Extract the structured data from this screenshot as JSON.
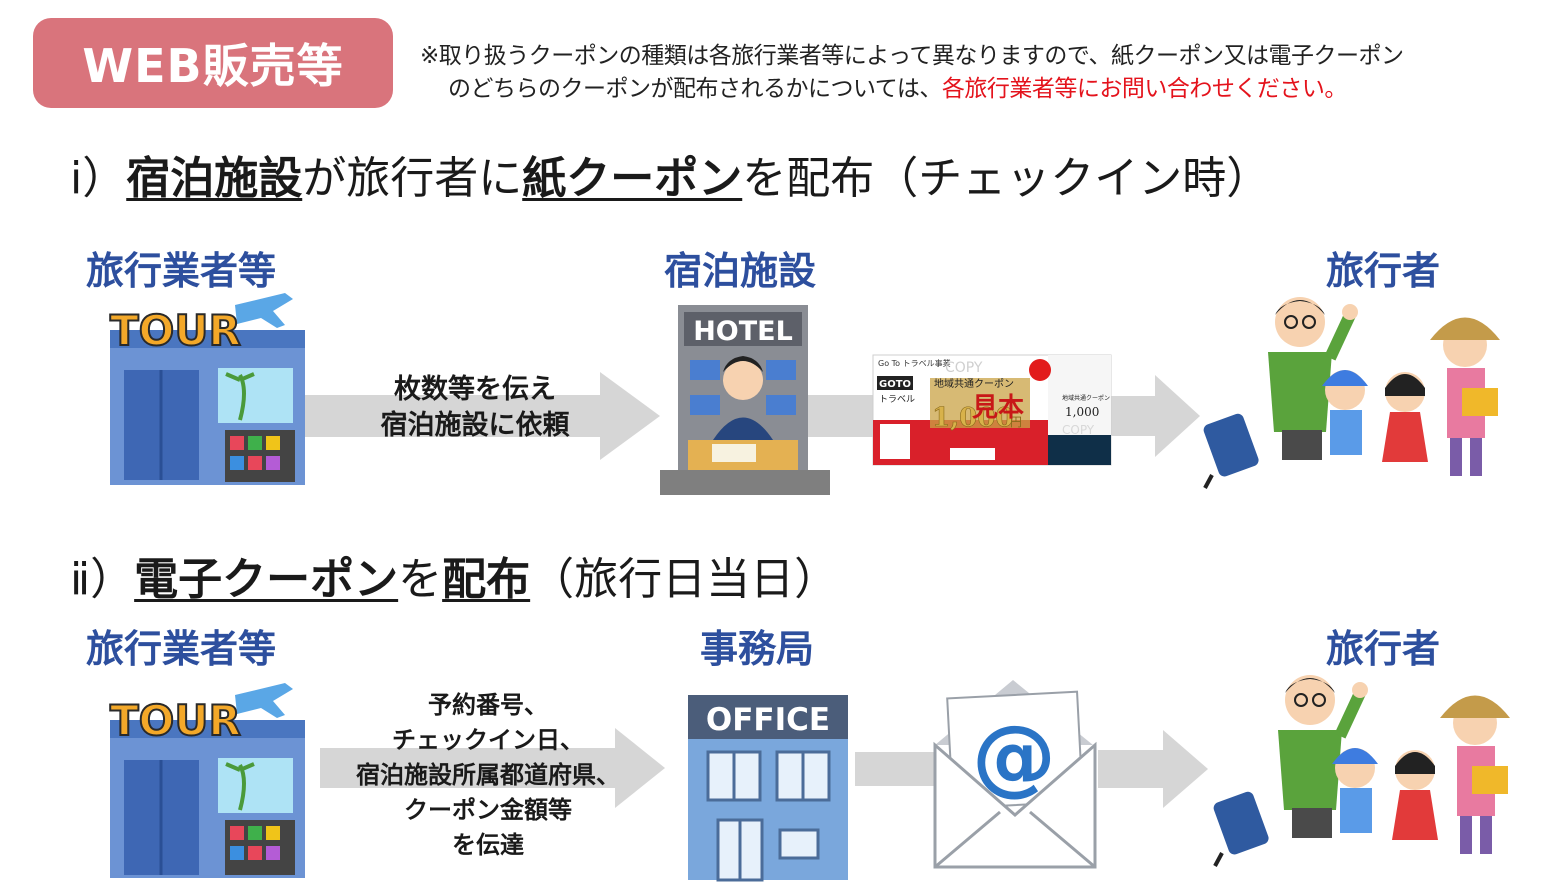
{
  "badge": "WEB販売等",
  "note": {
    "line1": "※取り扱うクーポンの種類は各旅行業者等によって異なりますので、紙クーポン又は電子クーポン",
    "line2_plain": "のどちらのクーポンが配布されるかについては、",
    "line2_red": "各旅行業者等にお問い合わせください。"
  },
  "section1": {
    "num": "ⅰ）",
    "part1": "宿泊施設",
    "part2": "が旅行者に",
    "part3": "紙クーポン",
    "part4": "を配布（チェックイン時）",
    "from_label": "旅行業者等",
    "mid_label": "宿泊施設",
    "to_label": "旅行者",
    "arrow_line1": "枚数等を伝え",
    "arrow_line2": "宿泊施設に依頼",
    "hotel_sign": "HOTEL",
    "coupon": {
      "header": "Go To トラベル事業",
      "copy": "COPY",
      "logo": "GOTO",
      "logo_sub": "トラベル",
      "title": "地域共通クーポン",
      "mihon": "見本",
      "amount": "1,000",
      "yen": "円",
      "right_title": "地域共通クーポン",
      "right_amount": "1,000",
      "copy2": "COPY"
    }
  },
  "section2": {
    "num": "ⅱ）",
    "part1": "電子クーポン",
    "part2": "を",
    "part3": "配布",
    "part4": "（旅行日当日）",
    "from_label": "旅行業者等",
    "mid_label": "事務局",
    "to_label": "旅行者",
    "arrow_lines": [
      "予約番号、",
      "チェックイン日、",
      "宿泊施設所属都道府県、",
      "クーポン金額等",
      "を伝達"
    ],
    "office_sign": "OFFICE",
    "mail_symbol": "@"
  },
  "tour_sign": "TOUR",
  "colors": {
    "badge": "#d9747c",
    "label": "#2d4f9e",
    "red": "#e4131c",
    "arrow": "#d6d6d6"
  }
}
